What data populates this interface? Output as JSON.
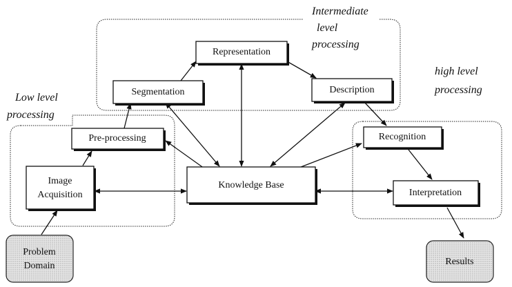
{
  "groups": {
    "intermediate": {
      "line1": "Intermediate",
      "line2": "level",
      "line3": "processing"
    },
    "high": {
      "line1": "high level",
      "line2": "processing"
    },
    "low": {
      "line1": "Low level",
      "line2": "processing"
    }
  },
  "nodes": {
    "representation": "Representation",
    "segmentation": "Segmentation",
    "description": "Description",
    "preprocessing": "Pre-processing",
    "recognition": "Recognition",
    "image_acquisition": {
      "line1": "Image",
      "line2": "Acquisition"
    },
    "knowledge_base": "Knowledge Base",
    "interpretation": "Interpretation",
    "problem_domain": {
      "line1": "Problem",
      "line2": "Domain"
    },
    "results": "Results"
  }
}
